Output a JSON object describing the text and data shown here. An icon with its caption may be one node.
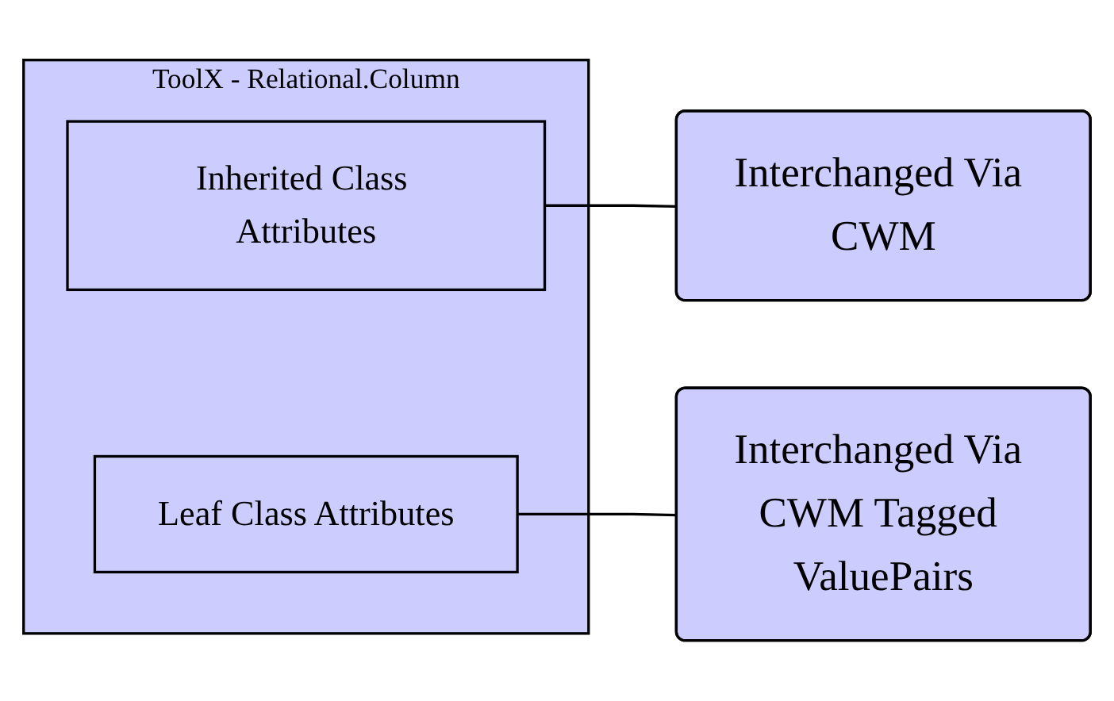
{
  "diagram": {
    "nodes": [
      {
        "text": [
          "ToolX - Relational.Column"
        ]
      },
      {
        "text": [
          "Inherited Class Attributes"
        ],
        "in": 0
      },
      {
        "text": [
          "Leaf Class Attributes"
        ],
        "in": 0
      },
      {
        "text": [
          "Interchanged Via CWM"
        ]
      },
      {
        "text": [
          "Interchanged Via CWM Tagged ValuePairs"
        ]
      }
    ],
    "edges": [
      {
        "from": 3,
        "to": 1,
        "arrow": "none"
      },
      {
        "from": 4,
        "to": 2,
        "arrow": "none"
      }
    ]
  }
}
